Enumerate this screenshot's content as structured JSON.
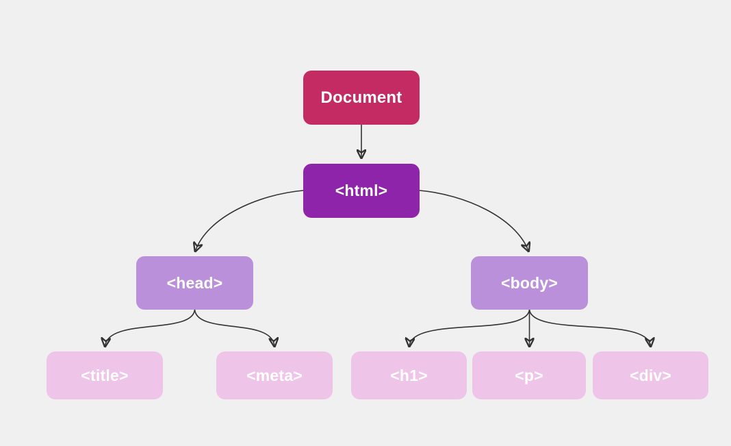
{
  "diagram": {
    "description": "DOM tree diagram",
    "colors": {
      "background": "#F1F0F1",
      "edge": "#333333",
      "node_text": "#FFFFFF",
      "root_fill": "#C42B62",
      "html_fill": "#8E24AA",
      "section_fill": "#BB90DA",
      "leaf_fill": "#EEC4E9"
    },
    "nodes": {
      "document": {
        "label": "Document",
        "fill": "#C42B62"
      },
      "html": {
        "label": "<html>",
        "fill": "#8E24AA"
      },
      "head": {
        "label": "<head>",
        "fill": "#BB90DA"
      },
      "body": {
        "label": "<body>",
        "fill": "#BB90DA"
      },
      "title": {
        "label": "<title>",
        "fill": "#EEC4E9"
      },
      "meta": {
        "label": "<meta>",
        "fill": "#EEC4E9"
      },
      "h1": {
        "label": "<h1>",
        "fill": "#EEC4E9"
      },
      "p": {
        "label": "<p>",
        "fill": "#EEC4E9"
      },
      "div": {
        "label": "<div>",
        "fill": "#EEC4E9"
      }
    },
    "edges": [
      {
        "from": "Document",
        "to": "<html>"
      },
      {
        "from": "<html>",
        "to": "<head>"
      },
      {
        "from": "<html>",
        "to": "<body>"
      },
      {
        "from": "<head>",
        "to": "<title>"
      },
      {
        "from": "<head>",
        "to": "<meta>"
      },
      {
        "from": "<body>",
        "to": "<h1>"
      },
      {
        "from": "<body>",
        "to": "<p>"
      },
      {
        "from": "<body>",
        "to": "<div>"
      }
    ]
  }
}
